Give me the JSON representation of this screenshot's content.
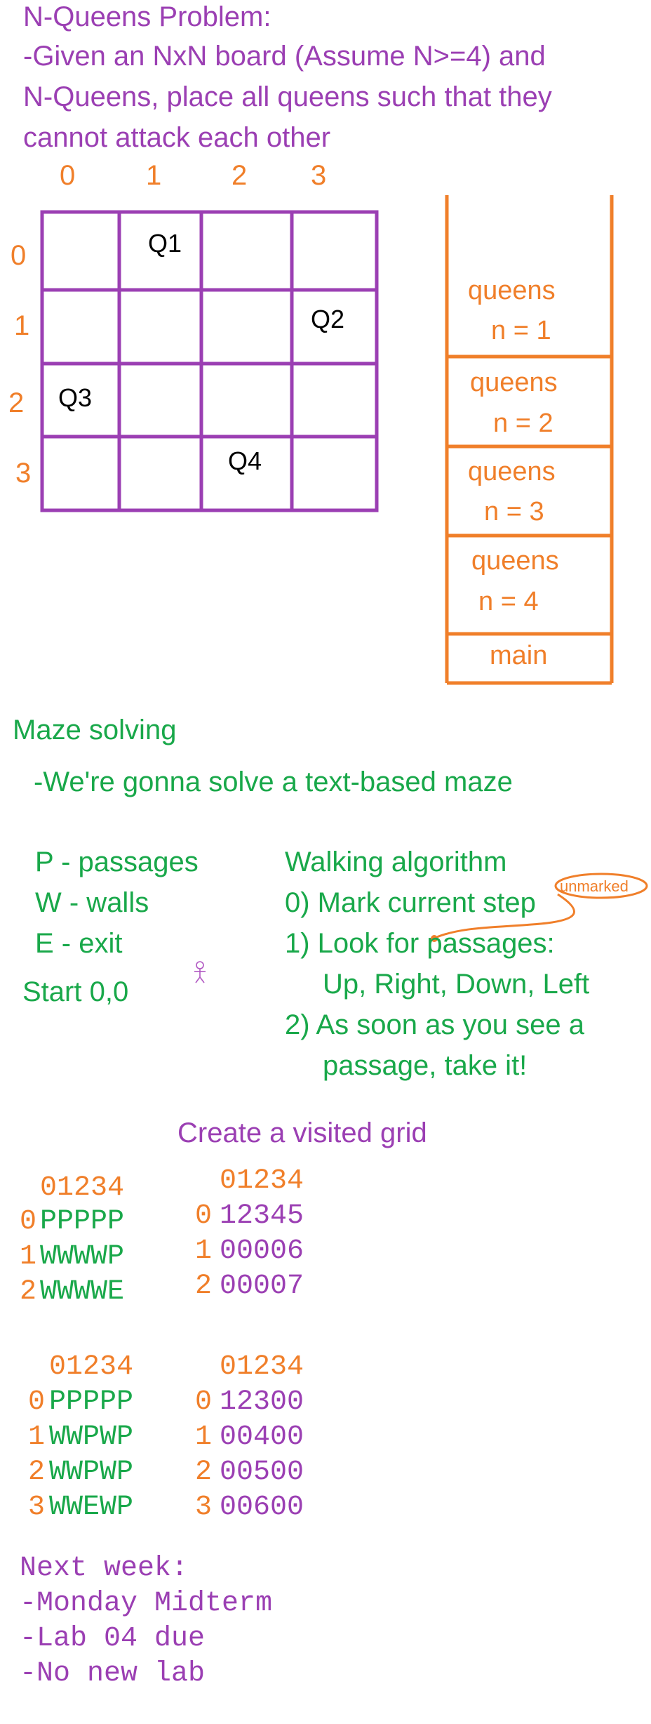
{
  "colors": {
    "purple": "#9b3fb3",
    "orange": "#f07f2a",
    "green": "#19a84a",
    "black": "#000000"
  },
  "nqueens": {
    "title": "N-Queens Problem:",
    "desc_lines": [
      "-Given an NxN board (Assume N>=4) and",
      "N-Queens, place all queens such that they",
      "cannot attack each other"
    ],
    "col_labels": [
      "0",
      "1",
      "2",
      "3"
    ],
    "row_labels": [
      "0",
      "1",
      "2",
      "3"
    ],
    "queens": [
      "Q1",
      "Q2",
      "Q3",
      "Q4"
    ]
  },
  "stack": {
    "frames": [
      {
        "label": "queens",
        "n": "n = 1"
      },
      {
        "label": "queens",
        "n": "n = 2"
      },
      {
        "label": "queens",
        "n": "n = 3"
      },
      {
        "label": "queens",
        "n": "n = 4"
      }
    ],
    "bottom": "main"
  },
  "maze": {
    "title": "Maze solving",
    "subtitle": "-We're gonna solve a text-based maze",
    "legend": [
      "P - passages",
      "W - walls",
      "E - exit"
    ],
    "start": "Start 0,0",
    "algo_title": "Walking algorithm",
    "algo_steps": [
      "0) Mark current step",
      "1) Look for passages:",
      "Up, Right, Down, Left",
      "2) As soon as you see a",
      "passage, take it!"
    ],
    "note_unmarked": "unmarked"
  },
  "visited": {
    "title": "Create a visited grid",
    "header": "01234",
    "grid1": {
      "rows": [
        "0",
        "1",
        "2"
      ],
      "maze": [
        "PPPPP",
        "WWWWP",
        "WWWWE"
      ],
      "visited": [
        "12345",
        "00006",
        "00007"
      ]
    },
    "grid2": {
      "rows": [
        "0",
        "1",
        "2",
        "3"
      ],
      "maze": [
        "PPPPP",
        "WWPWP",
        "WWPWP",
        "WWEWP"
      ],
      "visited": [
        "12300",
        "00400",
        "00500",
        "00600"
      ]
    }
  },
  "next_week": {
    "title": "Next week:",
    "items": [
      "-Monday Midterm",
      "-Lab 04 due",
      "-No new lab"
    ]
  }
}
